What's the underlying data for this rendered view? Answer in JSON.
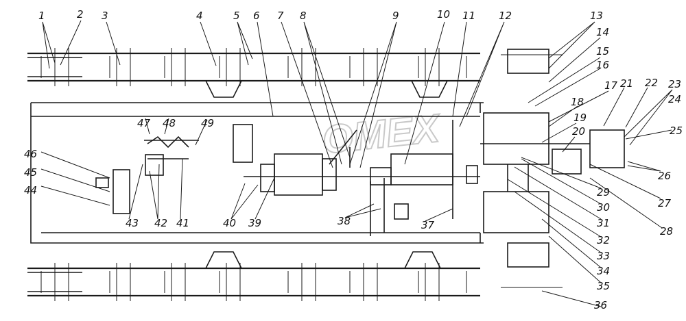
{
  "watermark": "OMEX",
  "labels": [
    "1",
    "2",
    "3",
    "4",
    "5",
    "6",
    "7",
    "8",
    "9",
    "10",
    "11",
    "12",
    "13",
    "14",
    "15",
    "16",
    "17",
    "18",
    "19",
    "20",
    "21",
    "22",
    "23",
    "24",
    "25",
    "26",
    "27",
    "28",
    "29",
    "30",
    "31",
    "32",
    "33",
    "34",
    "35",
    "36",
    "37",
    "38",
    "39",
    "40",
    "41",
    "42",
    "43",
    "44",
    "45",
    "46",
    "47",
    "48",
    "49"
  ]
}
